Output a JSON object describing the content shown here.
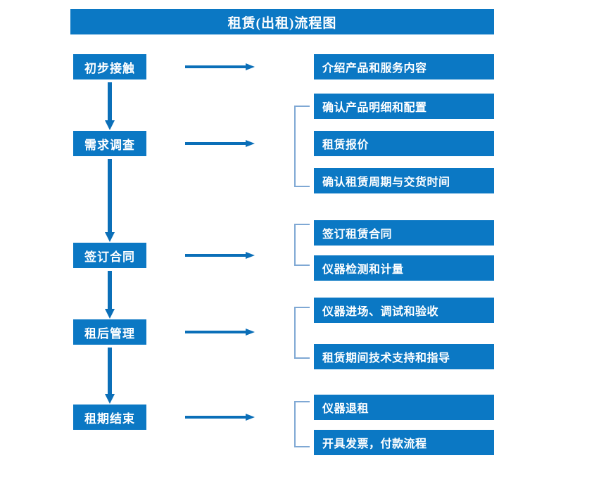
{
  "title": "租赁(出租)流程图",
  "colors": {
    "primary": "#0b78c4",
    "bracket": "#7fa8d4",
    "arrow": "#0b6fb8",
    "text": "#ffffff",
    "background": "#ffffff"
  },
  "stages": [
    {
      "label": "初步接触"
    },
    {
      "label": "需求调查"
    },
    {
      "label": "签订合同"
    },
    {
      "label": "租后管理"
    },
    {
      "label": "租期结束"
    }
  ],
  "details": {
    "group1": [
      {
        "label": "介绍产品和服务内容"
      }
    ],
    "group2": [
      {
        "label": "确认产品明细和配置"
      },
      {
        "label": "租赁报价"
      },
      {
        "label": "确认租赁周期与交货时间"
      }
    ],
    "group3": [
      {
        "label": "签订租赁合同"
      },
      {
        "label": "仪器检测和计量"
      }
    ],
    "group4": [
      {
        "label": "仪器进场、调试和验收"
      },
      {
        "label": "租赁期间技术支持和指导"
      }
    ],
    "group5": [
      {
        "label": "仪器退租"
      },
      {
        "label": "开具发票，付款流程"
      }
    ]
  }
}
